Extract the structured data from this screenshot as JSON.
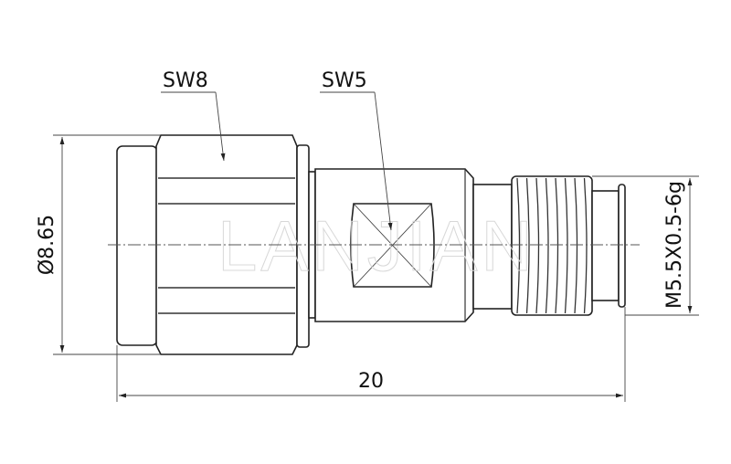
{
  "labels": {
    "hex_large": "SW8",
    "hex_small": "SW5",
    "diameter": "Ø8.65",
    "thread": "M5.5X0.5-6g",
    "length": "20"
  },
  "watermark": "LANJIAN",
  "colors": {
    "line": "#222222",
    "background": "#ffffff",
    "watermark": "#d8d8d8"
  }
}
